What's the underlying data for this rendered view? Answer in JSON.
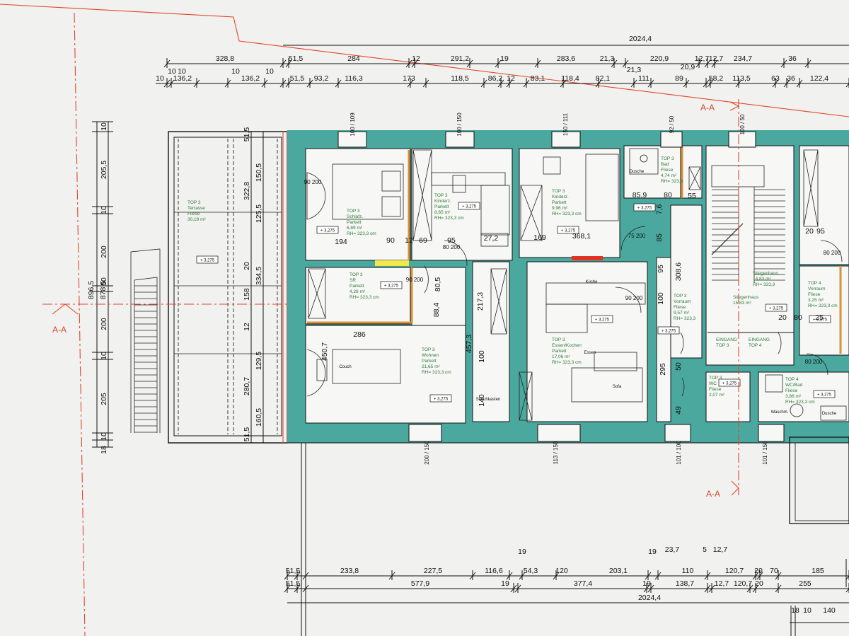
{
  "section_marks": {
    "left": "A-A",
    "top_right": "A-A",
    "bottom_right": "A-A"
  },
  "dims_top": {
    "total": "2024,4",
    "row1": [
      "328,8",
      "51,5",
      "284",
      "12",
      "291,2",
      "19",
      "283,6",
      "21,3",
      "220,9",
      "12,7",
      "12,7",
      "234,7",
      "36"
    ],
    "row2a": [
      "10",
      "10",
      "10",
      "10",
      "21,3",
      "20,9"
    ],
    "row2": [
      "10",
      "136,2",
      "136,2",
      "51,5",
      "93,2",
      "116,3",
      "173",
      "118,5",
      "86,2",
      "12",
      "83,1",
      "118,4",
      "82,1",
      "111",
      "89",
      "58,2",
      "113,5",
      "63",
      "36",
      "122,4"
    ]
  },
  "dims_left": {
    "outer": "896,5",
    "inner": "878,5",
    "segments": [
      "10",
      "205,5",
      "10",
      "200",
      "50",
      "200",
      "10",
      "205",
      "10",
      "18"
    ]
  },
  "dims_terrace": [
    "51,5",
    "150,5",
    "322,8",
    "125,5",
    "20",
    "334,5",
    "158",
    "12",
    "280,7",
    "129,5",
    "160,5",
    "51,5"
  ],
  "dims_bottom": {
    "row1": [
      "51,5",
      "233,8",
      "227,5",
      "116,6",
      "54,3",
      "120",
      "203,1",
      "110",
      "120,7",
      "20",
      "70",
      "185"
    ],
    "row1_top": [
      "19",
      "19",
      "23,7",
      "5",
      "12,7"
    ],
    "row2": [
      "51,5",
      "577,9",
      "19",
      "377,4",
      "19",
      "138,7",
      "12,7",
      "120,7",
      "20",
      "255"
    ],
    "total": "2024,4",
    "row3": [
      "18",
      "10",
      "140"
    ]
  },
  "windows_top": [
    "100\n109",
    "100\n150",
    "150\n111",
    "92\n50",
    "100\n50"
  ],
  "windows_bottom": [
    "200\n150",
    "113\n150",
    "101\n100",
    "101\n150"
  ],
  "rooms": [
    {
      "lines": [
        "TOP 3",
        "Terrasse",
        "Fliese",
        "30,19 m²"
      ]
    },
    {
      "lines": [
        "TOP 3",
        "Schlafz.",
        "Parkett",
        "6,89 m²",
        "RH= 323,3 cm"
      ]
    },
    {
      "lines": [
        "TOP 3",
        "Kinderz.",
        "Parkett",
        "8,65 m²",
        "RH= 323,3 cm"
      ]
    },
    {
      "lines": [
        "TOP 3",
        "Kinderz.",
        "Parkett",
        "9,96 m²",
        "RH= 323,3 cm"
      ]
    },
    {
      "lines": [
        "TOP 3",
        "Bad",
        "Fliese",
        "4,74 m²",
        "RH= 323,3"
      ]
    },
    {
      "lines": [
        "TOP 3",
        "SR",
        "Parkett",
        "4,26 m²",
        "RH= 323,3 cm"
      ]
    },
    {
      "lines": [
        "TOP 3",
        "Wohnen",
        "Parkett",
        "21,65 m²",
        "RH= 323,3 cm"
      ]
    },
    {
      "lines": [
        "TOP 3",
        "Essen/Kochen",
        "Parkett",
        "17,06 m²",
        "RH= 323,3 cm"
      ]
    },
    {
      "lines": [
        "TOP 3",
        "Vorraum",
        "Fliese",
        "9,57 m²",
        "RH= 323,3"
      ]
    },
    {
      "lines": [
        "Stiegenhaus",
        "14,83 m²",
        "RH= 323,3"
      ]
    },
    {
      "lines": [
        "Stiegenhaus",
        "15,83 m²"
      ]
    },
    {
      "lines": [
        "TOP 4",
        "Vorraum",
        "Fliese",
        "3,25 m²",
        "RH= 323,3 cm"
      ]
    },
    {
      "lines": [
        "TOP 3",
        "WC",
        "Fliese",
        "2,07 m²"
      ]
    },
    {
      "lines": [
        "TOP 4",
        "WC/Bad",
        "Fliese",
        "3,86 m²",
        "RH= 323,3 cm"
      ]
    },
    {
      "lines": [
        "EINGANG",
        "TOP 3"
      ]
    },
    {
      "lines": [
        "EINGANG",
        "TOP 4"
      ]
    }
  ],
  "level": "+ 3,275",
  "inner_dims": [
    "194",
    "90",
    "12",
    "69",
    "95",
    "27,2",
    "169",
    "368,1",
    "85,9",
    "80",
    "55",
    "7,6",
    "85",
    "95",
    "308,6",
    "100",
    "295",
    "50",
    "49",
    "80,5",
    "88,4",
    "217,3",
    "457,3",
    "100",
    "140",
    "286",
    "450,7",
    "20",
    "80",
    "25",
    "20",
    "95"
  ],
  "door_labels": [
    "90\n200",
    "90\n200",
    "80\n200",
    "90\n200",
    "80\n200",
    "80\n200",
    "75\n200"
  ],
  "furniture": [
    "Dusche",
    "Couch",
    "Sofa",
    "Küche",
    "Essen",
    "Schuhkasten",
    "Waschm.",
    "Dusche"
  ]
}
